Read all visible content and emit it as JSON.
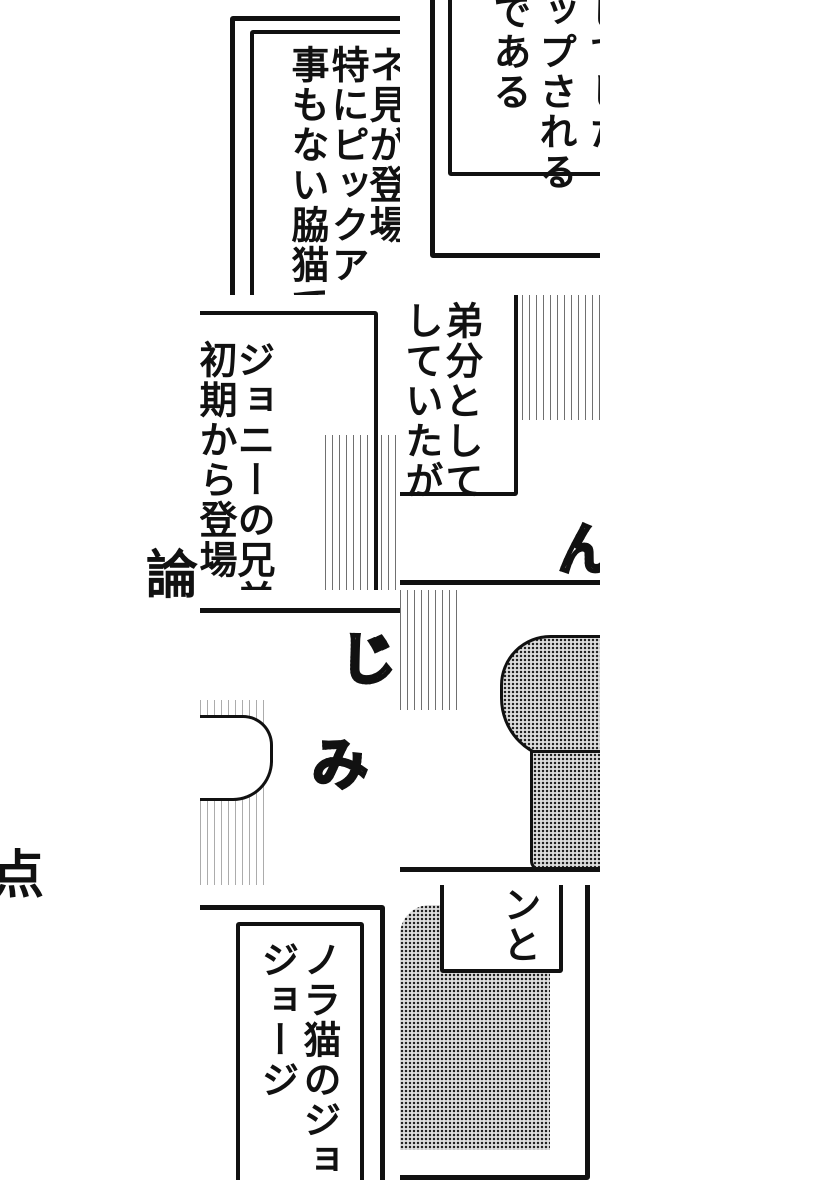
{
  "stray_text": {
    "left_top": "論",
    "left_bottom": "点"
  },
  "panels": [
    {
      "id": "a",
      "lines": [
        "ネ見が登場",
        "特にピックア",
        "事もない脇猫で"
      ]
    },
    {
      "id": "b",
      "lines": [
        "してした",
        "ップされる",
        "である"
      ]
    },
    {
      "id": "c",
      "lines": [
        "ジョニーの兄弟",
        "初期から登場"
      ]
    },
    {
      "id": "d",
      "lines": [
        "弟分として",
        "していたが"
      ],
      "sfx": "ん"
    },
    {
      "id": "e",
      "sfx": [
        "じ",
        "み"
      ]
    },
    {
      "id": "f"
    },
    {
      "id": "g",
      "lines": [
        "ノラ猫のジョ",
        "ジョージ"
      ]
    },
    {
      "id": "h",
      "lines": [
        "ンと"
      ]
    }
  ]
}
